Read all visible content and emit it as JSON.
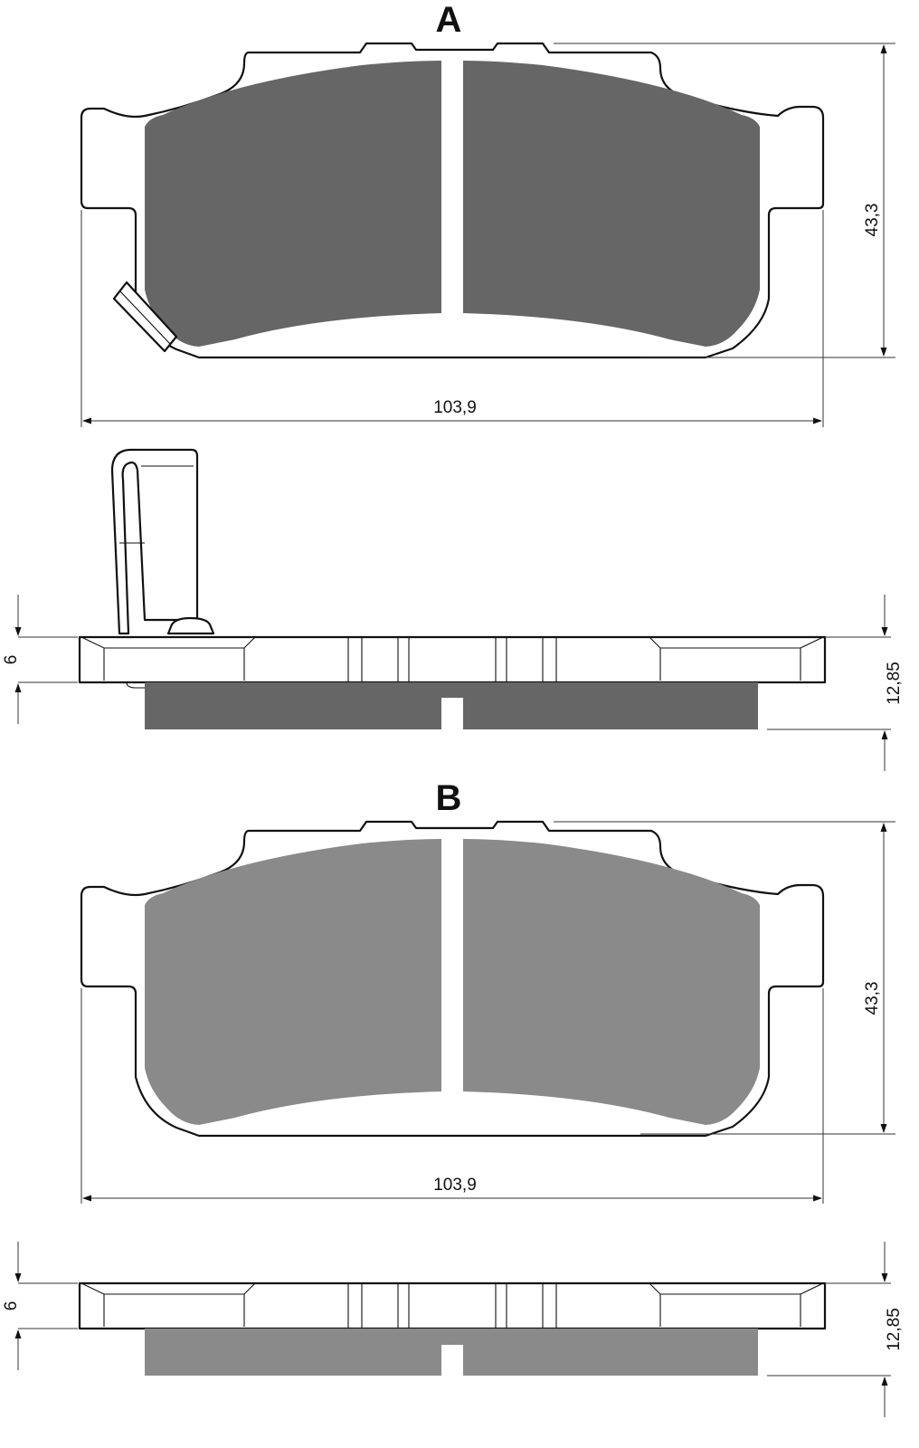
{
  "figure": {
    "pad_a": {
      "label": "A",
      "height_dim": "43,3",
      "width_dim": "103,9",
      "backing_dim": "6",
      "total_dim": "12,85",
      "friction_color": "#666666"
    },
    "pad_b": {
      "label": "B",
      "height_dim": "43,3",
      "width_dim": "103,9",
      "backing_dim": "6",
      "total_dim": "12,85",
      "friction_color": "#8a8a8a"
    }
  }
}
